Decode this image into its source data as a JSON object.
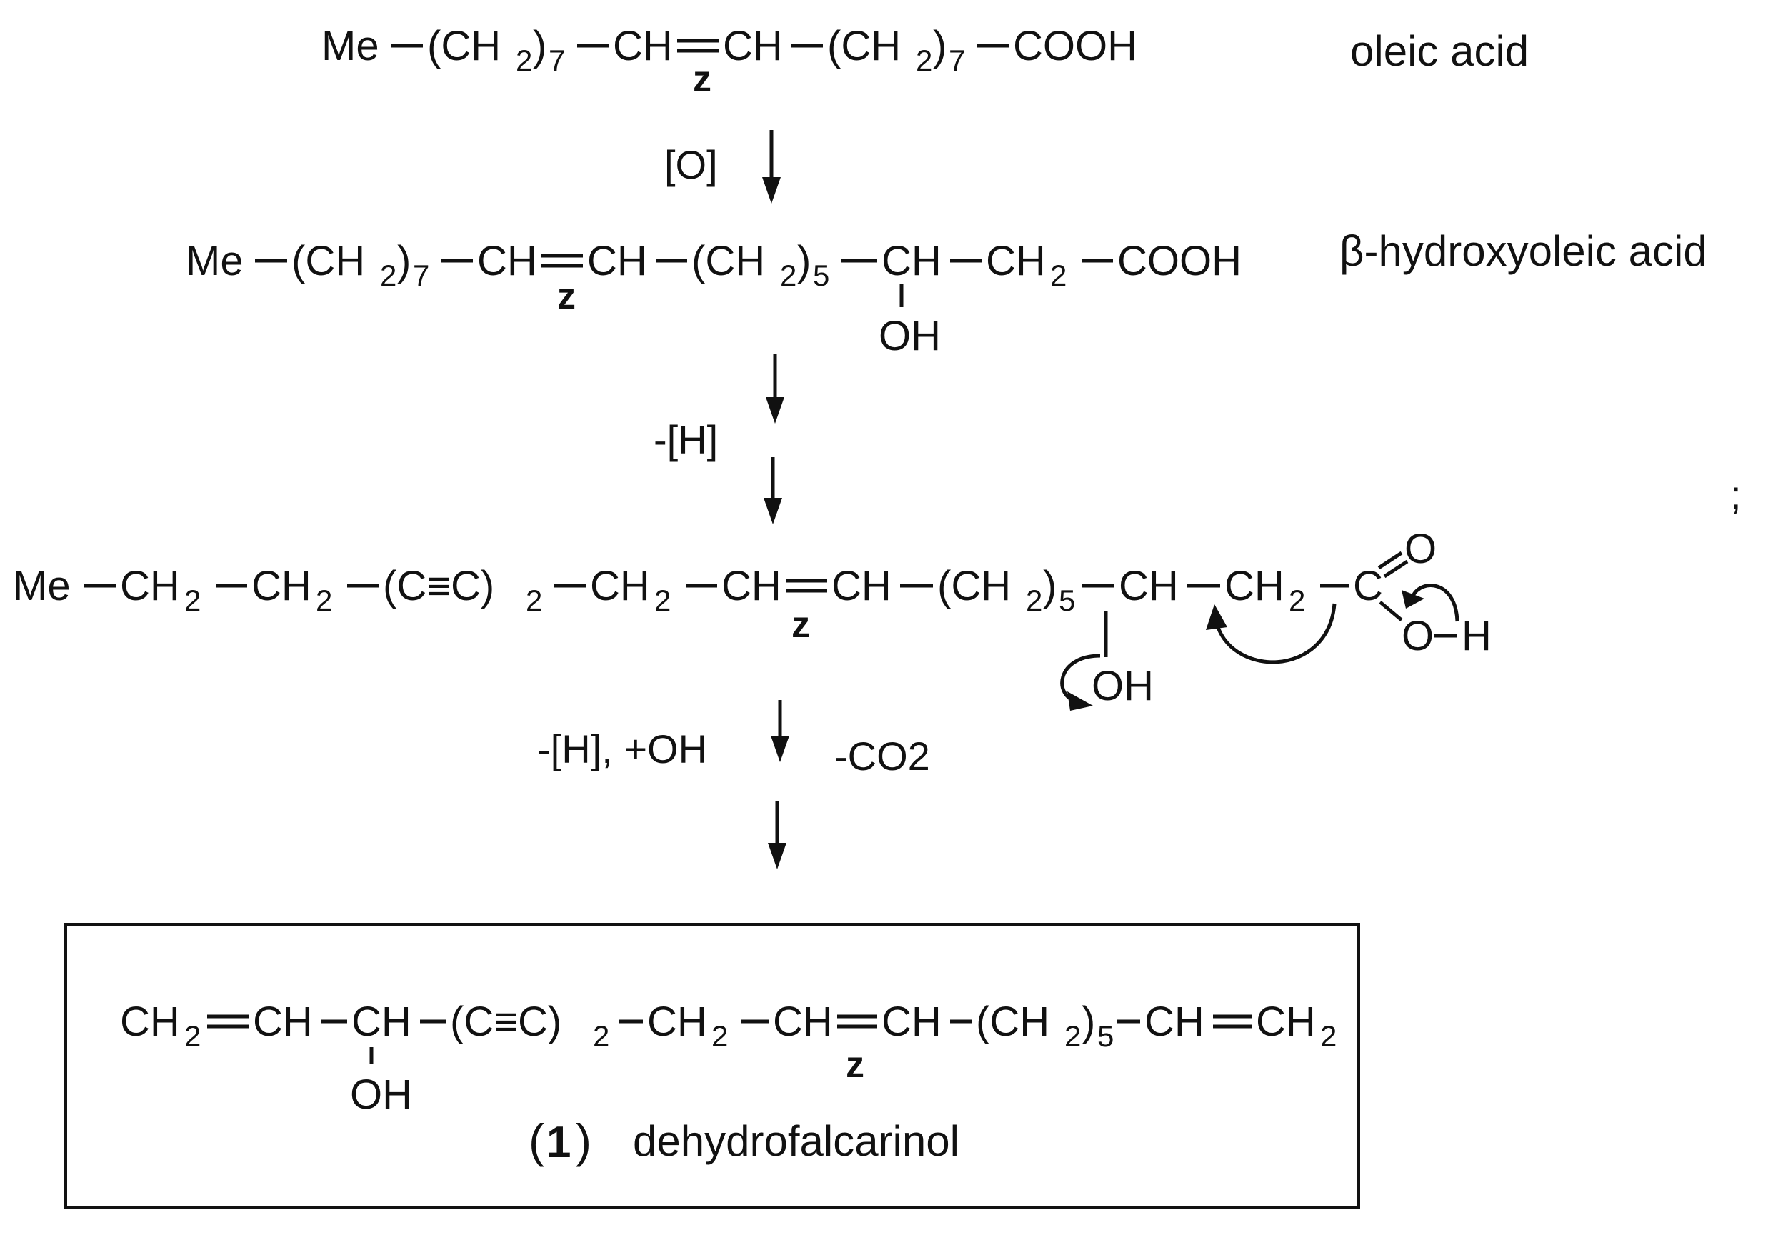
{
  "compounds": {
    "oleic": {
      "label": "oleic acid",
      "me": "Me",
      "g1": "(CH",
      "g1sub": "2",
      "g1close": ")",
      "g1n": "7",
      "ch1": "CH",
      "ch2": "CH",
      "z": "z",
      "g2": "(CH",
      "g2sub": "2",
      "g2close": ")",
      "g2n": "7",
      "cooh": "COOH"
    },
    "hydroxy": {
      "label": "β-hydroxyoleic acid",
      "me": "Me",
      "g1": "(CH",
      "g1sub": "2",
      "g1close": ")",
      "g1n": "7",
      "ch1": "CH",
      "ch2": "CH",
      "z": "z",
      "g2": "(CH",
      "g2sub": "2",
      "g2close": ")",
      "g2n": "5",
      "ch3": "CH",
      "ch2b": "CH",
      "ch2bsub": "2",
      "cooh": "COOH",
      "oh": "OH"
    },
    "intermediate": {
      "me": "Me",
      "ch2a": "CH",
      "ch2asub": "2",
      "ch2b": "CH",
      "ch2bsub": "2",
      "yne": "(C≡C)",
      "ynesub": "2",
      "ch2c": "CH",
      "ch2csub": "2",
      "ch1": "CH",
      "ch2": "CH",
      "z": "z",
      "g5": "(CH",
      "g5sub": "2",
      "g5close": ")",
      "g5n": "5",
      "ch3": "CH",
      "ch2d": "CH",
      "ch2dsub": "2",
      "c": "C",
      "o": "O",
      "oh_o": "O",
      "oh_h": "H",
      "oh": "OH"
    },
    "product": {
      "number": "1",
      "name": "dehydrofalcarinol",
      "ch2a": "CH",
      "ch2asub": "2",
      "ch1": "CH",
      "ch2": "CH",
      "yne": "(C≡C)",
      "ynesub": "2",
      "ch2b": "CH",
      "ch2bsub": "2",
      "ch3": "CH",
      "ch4": "CH",
      "z": "z",
      "g5": "(CH",
      "g5sub": "2",
      "g5close": ")",
      "g5n": "5",
      "ch5": "CH",
      "ch2c": "CH",
      "ch2csub": "2",
      "oh": "OH"
    }
  },
  "reagents": {
    "step1": "[O]",
    "step2": "-[H]",
    "step3_left": "-[H], +OH",
    "step3_right": "-CO2"
  },
  "stray_mark": ";"
}
